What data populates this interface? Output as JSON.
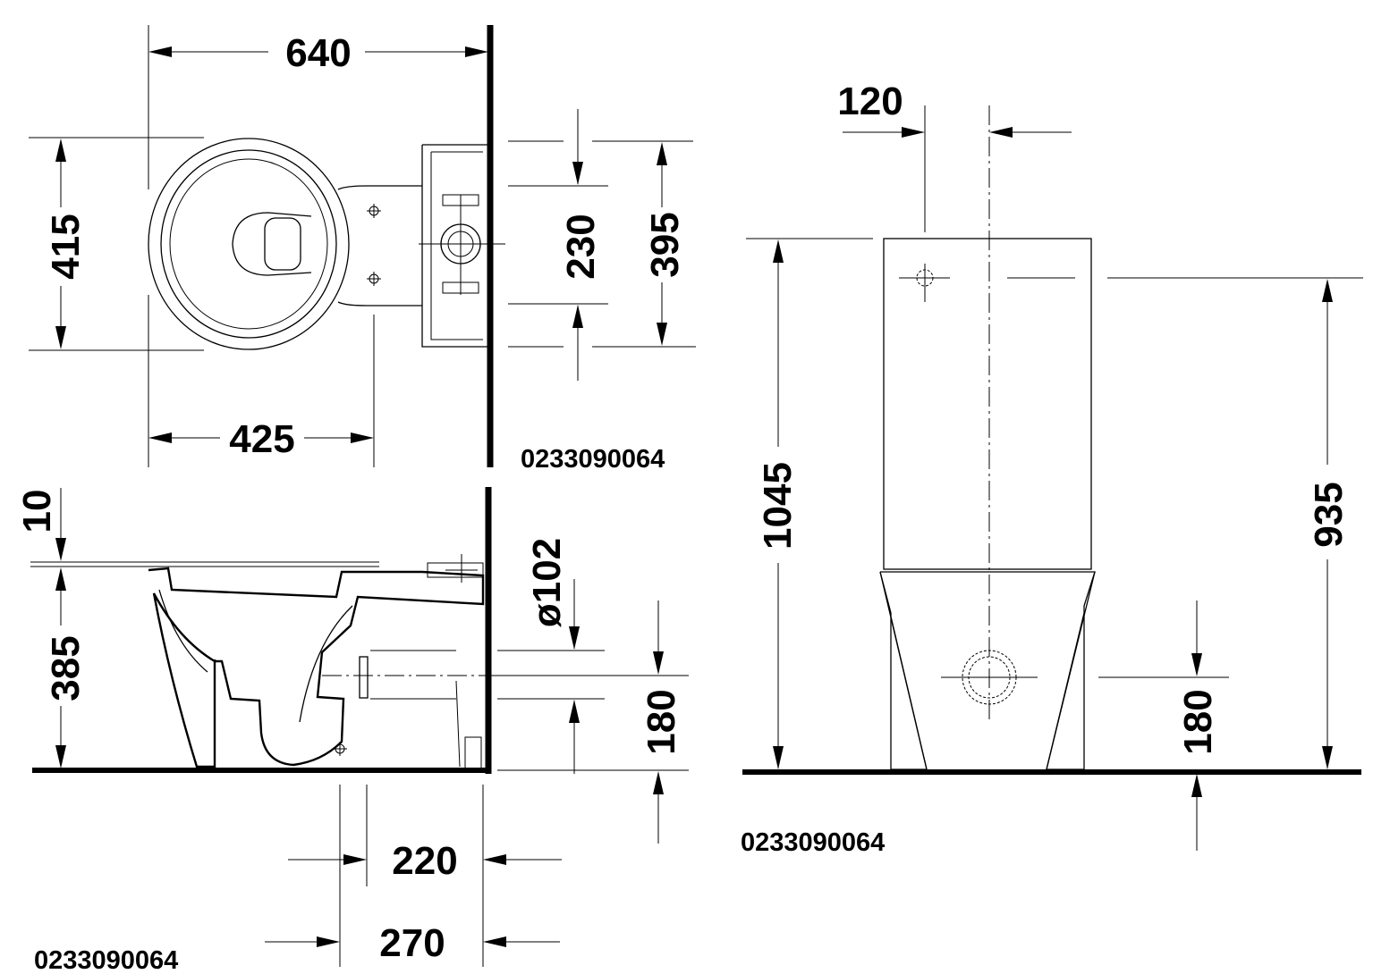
{
  "top_view": {
    "width": "640",
    "depth": "415",
    "axis_to_wall": "425",
    "inlet_spacing": "230",
    "cistern_width": "395",
    "article_number": "0233090064"
  },
  "side_view": {
    "gap": "10",
    "seat_height": "385",
    "outlet_diameter": "ø102",
    "outlet_height": "180",
    "outlet_to_wall_a": "220",
    "outlet_to_wall_b": "270",
    "article_number": "0233090064"
  },
  "front_view": {
    "inlet_offset": "120",
    "total_height": "1045",
    "inlet_height": "935",
    "outlet_height": "180",
    "article_number": "0233090064"
  }
}
